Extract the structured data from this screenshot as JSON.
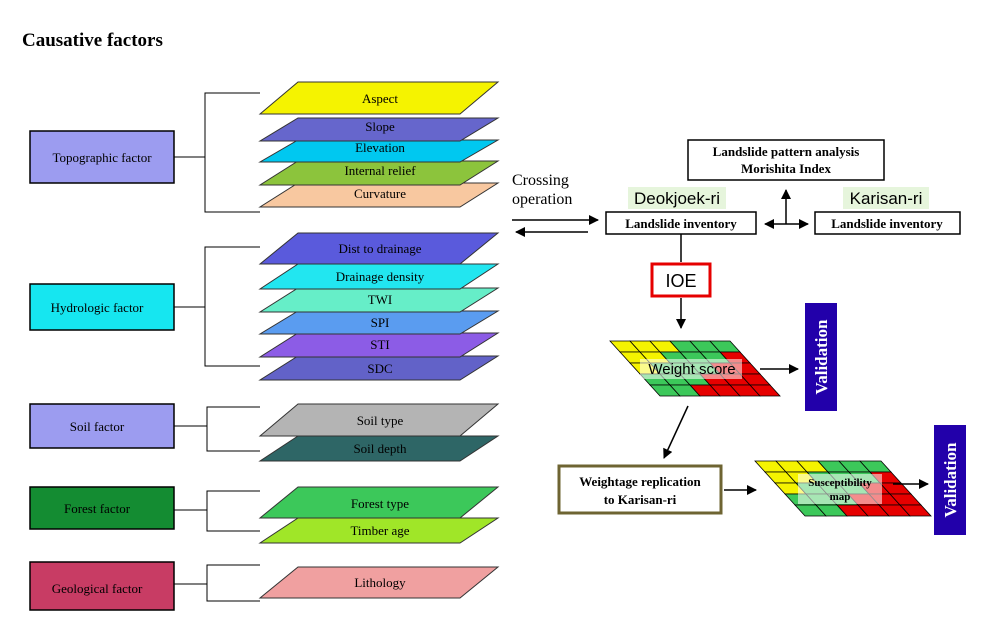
{
  "title": "Causative factors",
  "colors": {
    "aspect": "#f5f300",
    "slope": "#6666cc",
    "elevation": "#00c8f0",
    "internal_relief": "#8cc43c",
    "curvature": "#f8c8a0",
    "dist_to_drainage": "#5a5adc",
    "drainage_density": "#22e6f0",
    "twi": "#66eec8",
    "spi": "#5a9cf0",
    "sti": "#8c5ce6",
    "sdc": "#6262c8",
    "soil_type": "#b4b4b4",
    "soil_depth": "#2e6666",
    "forest_type": "#3cc85a",
    "timber_age": "#a0e628",
    "lithology": "#f0a0a0",
    "topographic_box": "#9c9cf0",
    "hydrologic_box": "#16e6f0",
    "soil_box": "#9c9cf0",
    "forest_box": "#148c32",
    "geological_box": "#c83c64",
    "validation": "#2200aa",
    "ioe_border": "#e60000",
    "replication_border": "#6e6432",
    "highlight": "#e6f5dc"
  },
  "factors": {
    "topographic": "Topographic factor",
    "hydrologic": "Hydrologic factor",
    "soil": "Soil factor",
    "forest": "Forest factor",
    "geological": "Geological factor"
  },
  "layers": {
    "aspect": "Aspect",
    "slope": "Slope",
    "elevation": "Elevation",
    "internal_relief": "Internal relief",
    "curvature": "Curvature",
    "dist_to_drainage": "Dist to drainage",
    "drainage_density": "Drainage density",
    "twi": "TWI",
    "spi": "SPI",
    "sti": "STI",
    "sdc": "SDC",
    "soil_type": "Soil type",
    "soil_depth": "Soil depth",
    "forest_type": "Forest type",
    "timber_age": "Timber age",
    "lithology": "Lithology"
  },
  "flow": {
    "crossing_line1": "Crossing",
    "crossing_line2": "operation",
    "pattern_line1": "Landslide pattern analysis",
    "pattern_line2": "Morishita Index",
    "deokjoek": "Deokjoek-ri",
    "karisan": "Karisan-ri",
    "inventory_left": "Landslide inventory",
    "inventory_right": "Landslide inventory",
    "ioe": "IOE",
    "weight_score": "Weight score",
    "validation_1": "Validation",
    "replication_line1": "Weightage replication",
    "replication_line2": "to Karisan-ri",
    "susceptibility_line1": "Susceptibility",
    "susceptibility_line2": "map",
    "validation_2": "Validation"
  }
}
